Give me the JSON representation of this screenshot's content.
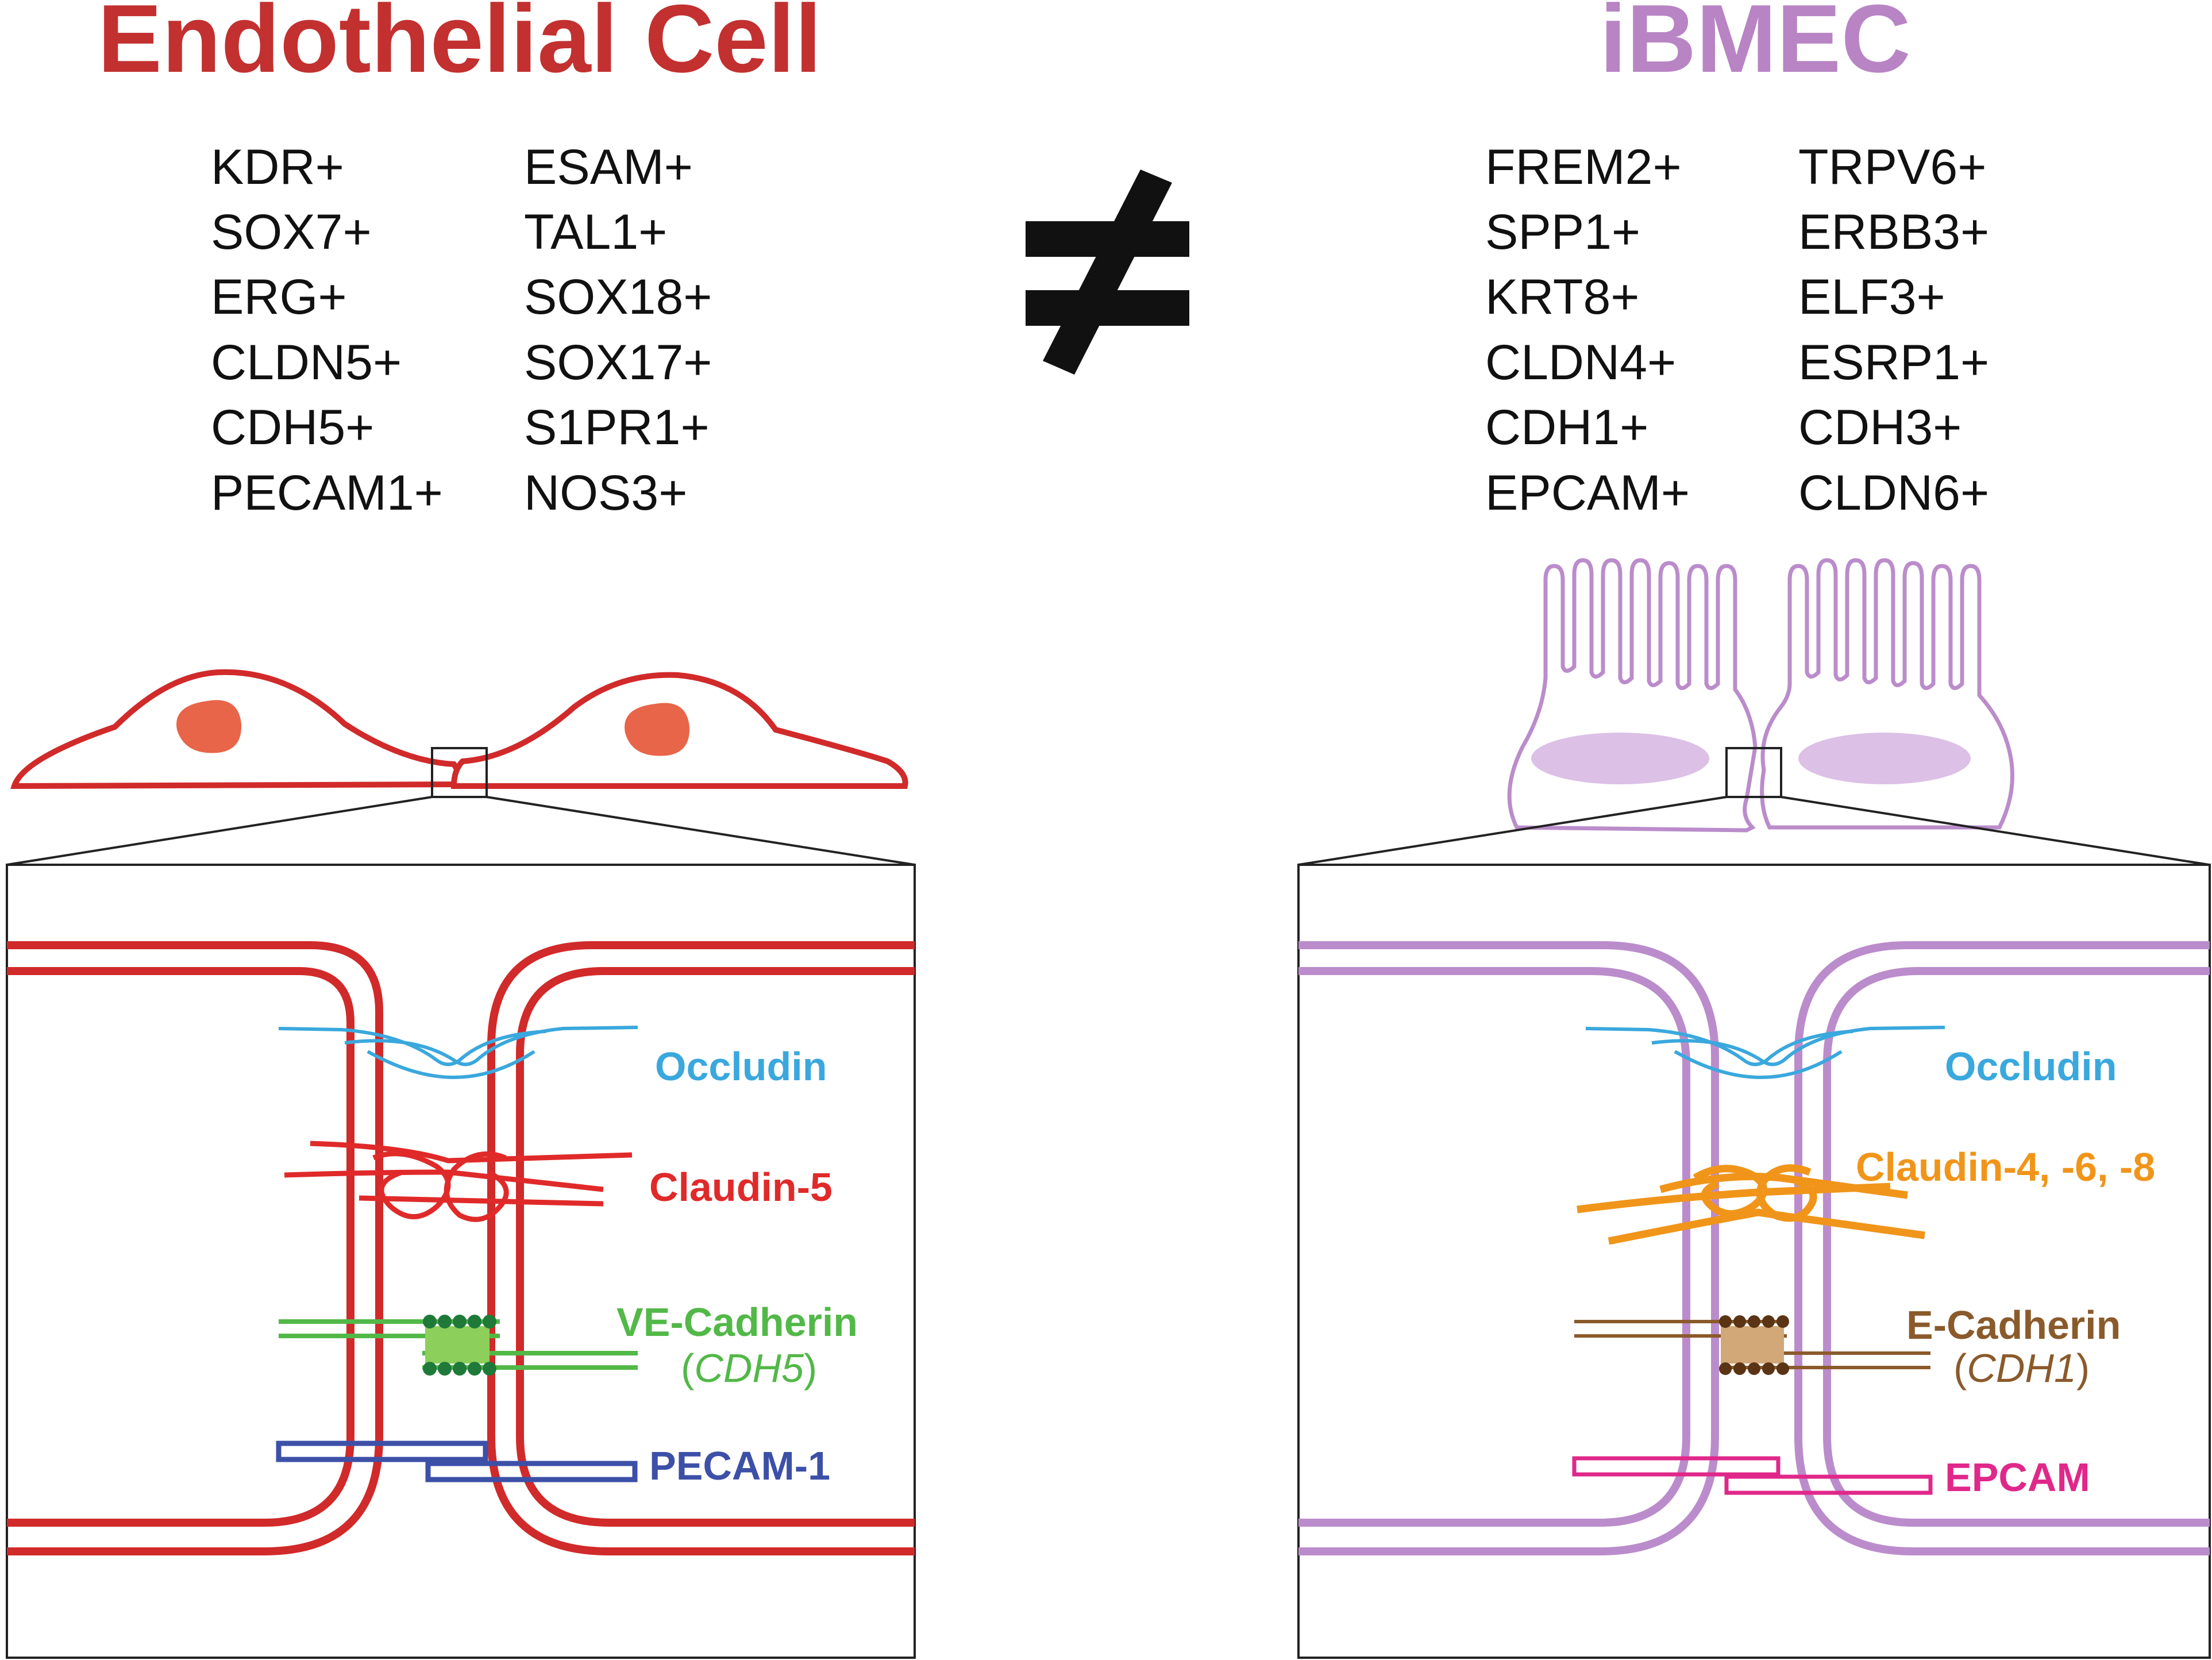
{
  "colors": {
    "endothelial": "#c33030",
    "endothelial_membrane": "#d12a2a",
    "endothelial_nucleus": "#e8654a",
    "ibmec": "#b884c4",
    "ibmec_membrane": "#bb8ccb",
    "ibmec_nucleus": "#dcc0e6",
    "occludin": "#3aa8dd",
    "claudin5": "#e02a2a",
    "claudin468": "#f0951a",
    "ve_cadherin": "#52b848",
    "ve_cadherin_dark": "#1f7a3a",
    "e_cadherin": "#8b5a2b",
    "e_cadherin_dark": "#5a3414",
    "pecam": "#3d50a8",
    "epcam": "#e0288a",
    "neq": "#111111"
  },
  "left": {
    "title": "Endothelial Cell",
    "markers_col1": [
      "KDR+",
      "SOX7+",
      "ERG+",
      "CLDN5+",
      "CDH5+",
      "PECAM1+"
    ],
    "markers_col2": [
      "ESAM+",
      "TAL1+",
      "SOX18+",
      "SOX17+",
      "S1PR1+",
      "NOS3+"
    ],
    "labels": {
      "occludin": "Occludin",
      "claudin": "Claudin-5",
      "cadherin": "VE-Cadherin",
      "cadherin_gene": "CDH5",
      "adhesion": "PECAM-1"
    }
  },
  "right": {
    "title": "iBMEC",
    "markers_col1": [
      "FREM2+",
      "SPP1+",
      "KRT8+",
      "CLDN4+",
      "CDH1+",
      "EPCAM+"
    ],
    "markers_col2": [
      "TRPV6+",
      "ERBB3+",
      "ELF3+",
      "ESRP1+",
      "CDH3+",
      "CLDN6+"
    ],
    "labels": {
      "occludin": "Occludin",
      "claudin": "Claudin-4, -6, -8",
      "cadherin": "E-Cadherin",
      "cadherin_gene": "CDH1",
      "adhesion": "EPCAM"
    }
  },
  "comparison_symbol": "≠"
}
